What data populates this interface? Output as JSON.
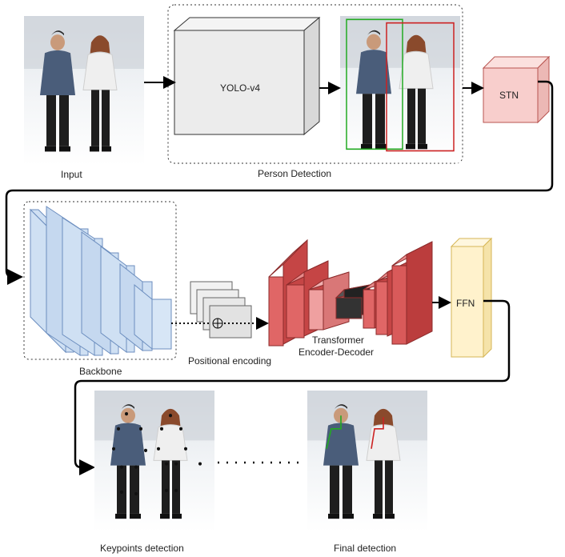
{
  "labels": {
    "input": "Input",
    "person_detection": "Person Detection",
    "yolo": "YOLO-v4",
    "stn": "STN",
    "backbone": "Backbone",
    "positional_encoding": "Positional encoding",
    "transformer_line1": "Transformer",
    "transformer_line2": "Encoder-Decoder",
    "ffn": "FFN",
    "keypoints_detection": "Keypoints detection",
    "final_detection": "Final detection"
  },
  "colors": {
    "backbone_fill": "#cfe0f3",
    "backbone_stroke": "#6c8ebf",
    "stn_fill": "#f8cecc",
    "stn_stroke": "#b85450",
    "ffn_fill": "#fff2cc",
    "ffn_stroke": "#d6b656",
    "transformer_red": "#e06666",
    "transformer_dark": "#2b2b2b",
    "bbox_green": "#22aa22",
    "bbox_red": "#cc2222"
  },
  "icons": [
    "photo-input",
    "photo-detected",
    "photo-keypoints",
    "photo-final",
    "plus-circle-icon"
  ]
}
